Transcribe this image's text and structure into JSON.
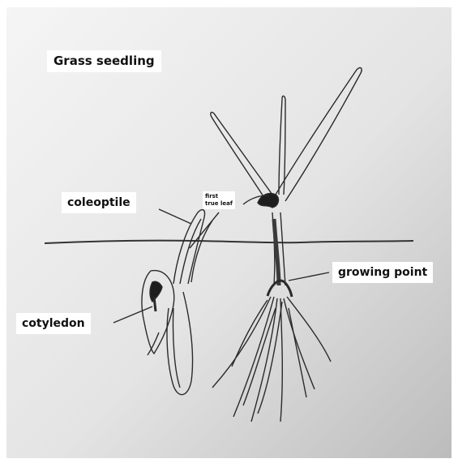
{
  "labels": {
    "title": "Grass seedling",
    "coleoptile": "coleoptile",
    "first_true_leaf": "first true leaf",
    "cotyledon": "cotyledon",
    "growing_point": "growing point"
  },
  "colors": {
    "background_light": "#f4f4f4",
    "background_dark": "#c2c2c2",
    "ink": "#2a2a2a",
    "label_bg": "#ffffff"
  }
}
